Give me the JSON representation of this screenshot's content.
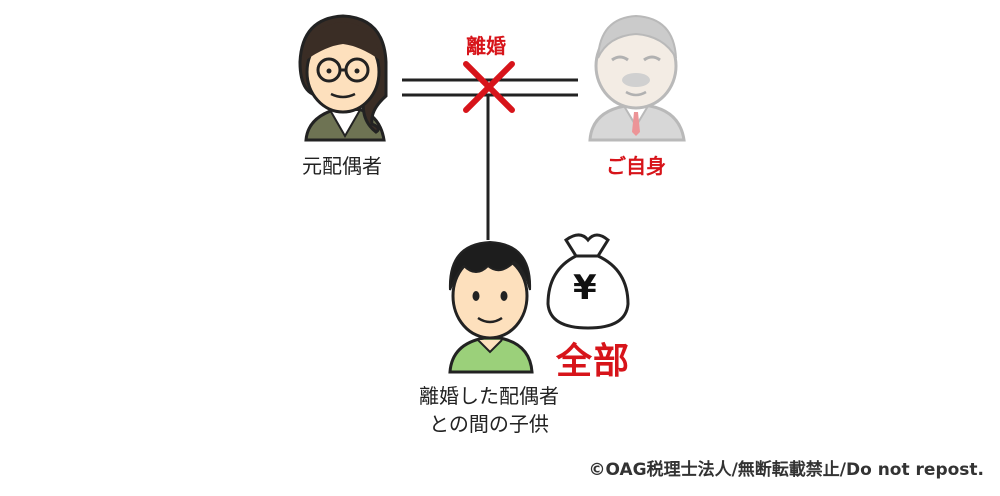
{
  "labels": {
    "divorce": "離婚",
    "former_spouse": "元配偶者",
    "self": "ご自身",
    "all": "全部",
    "child_line1": "離婚した配偶者",
    "child_line2": "との間の子供",
    "yen_symbol": "¥"
  },
  "footer": "©OAG税理士法人/無断転載禁止/Do not repost.",
  "colors": {
    "accent_red": "#d7141a",
    "line": "#222222",
    "skin": "#fde0bd",
    "self_gray": "#b5b5b5",
    "child_shirt": "#9bd07a",
    "spouse_vest": "#6e7353"
  },
  "icons": [
    "former-spouse-avatar",
    "self-avatar-faded",
    "child-avatar",
    "yen-money-bag-icon",
    "divorce-x-icon"
  ]
}
